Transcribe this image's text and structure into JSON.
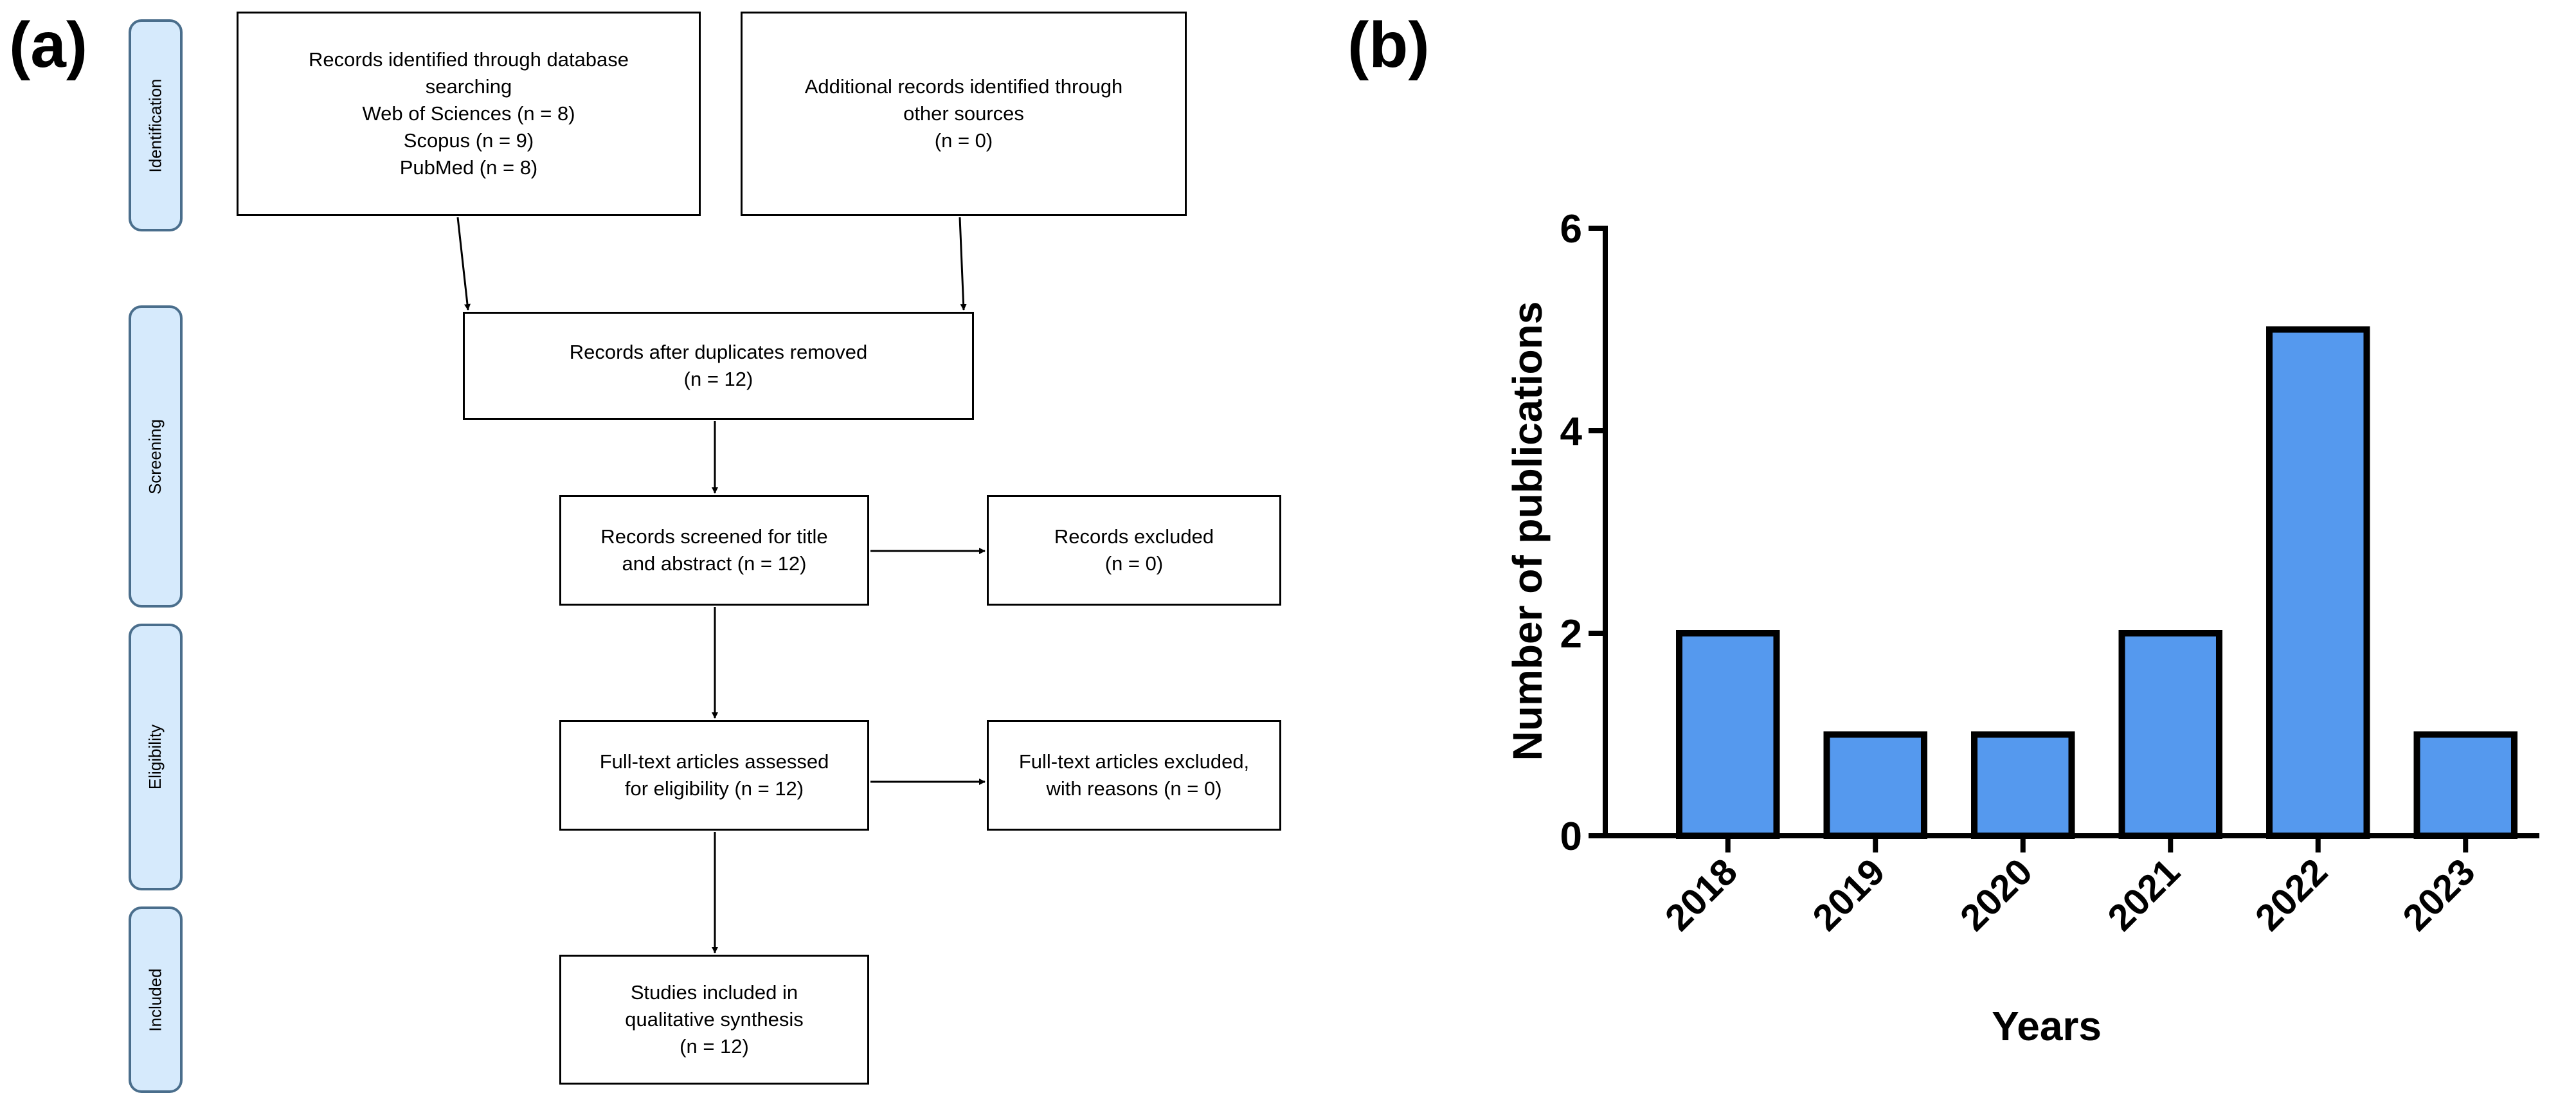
{
  "panels": {
    "a_label": "(a)",
    "b_label": "(b)"
  },
  "flow": {
    "stages": {
      "identification": "Identification",
      "screening": "Screening",
      "eligibility": "Eligibility",
      "included": "Included"
    },
    "boxes": {
      "database_search": "Records identified through database\nsearching\nWeb of Sciences (n = 8)\nScopus (n = 9)\nPubMed (n = 8)",
      "other_sources": "Additional records identified through\nother sources\n(n = 0)",
      "duplicates_removed": "Records after duplicates removed\n(n = 12)",
      "screened": "Records screened for title\nand abstract (n = 12)",
      "excluded": "Records excluded\n(n = 0)",
      "fulltext_assessed": "Full-text articles assessed\nfor eligibility (n = 12)",
      "fulltext_excluded": "Full-text articles excluded,\nwith reasons (n = 0)",
      "included": "Studies included in\nqualitative synthesis\n(n = 12)"
    }
  },
  "chart_data": {
    "type": "bar",
    "categories": [
      "2018",
      "2019",
      "2020",
      "2021",
      "2022",
      "2023"
    ],
    "values": [
      2,
      1,
      1,
      2,
      5,
      1
    ],
    "xlabel": "Years",
    "ylabel": "Number of publications",
    "ylim": [
      0,
      6
    ],
    "yticks": [
      0,
      2,
      4,
      6
    ],
    "bar_color": "#5599ee",
    "edge_color": "#000000"
  }
}
